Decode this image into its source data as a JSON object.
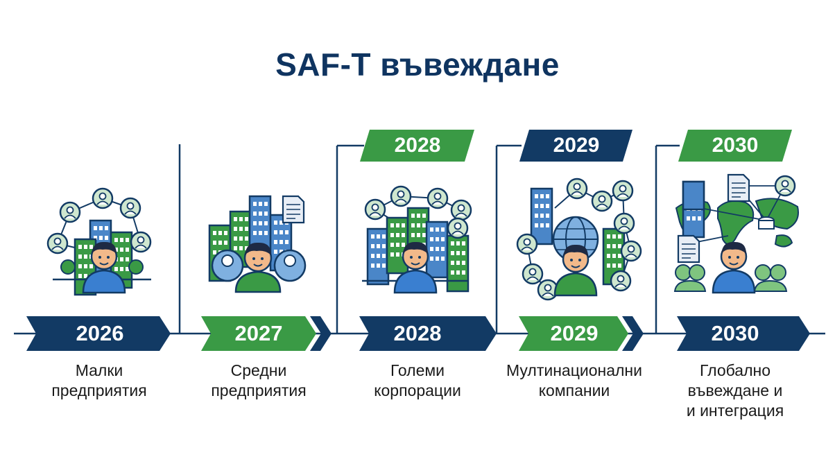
{
  "title": "SAF-T въвеждане",
  "top_banners": [
    {
      "year": "2028",
      "color": "#3a9a45"
    },
    {
      "year": "2029",
      "color": "#123a64"
    },
    {
      "year": "2030",
      "color": "#3a9a45"
    }
  ],
  "stages": [
    {
      "year": "2026",
      "color": "#123a64",
      "desc": [
        "Малки",
        "предприятия"
      ]
    },
    {
      "year": "2027",
      "color": "#3a9a45",
      "desc": [
        "Средни",
        "предприятия"
      ]
    },
    {
      "year": "2028",
      "color": "#123a64",
      "desc": [
        "Големи",
        "корпорации"
      ]
    },
    {
      "year": "2029",
      "color": "#3a9a45",
      "desc": [
        "Мултинационални",
        "компании"
      ]
    },
    {
      "year": "2030",
      "color": "#123a64",
      "desc": [
        "Глобално",
        "въвеждане и",
        "и интеграция"
      ]
    }
  ],
  "colors": {
    "navy": "#123a64",
    "green": "#3a9a45",
    "light_green": "#7fc47f",
    "skin": "#f2b98a",
    "hair": "#1e2a44"
  }
}
